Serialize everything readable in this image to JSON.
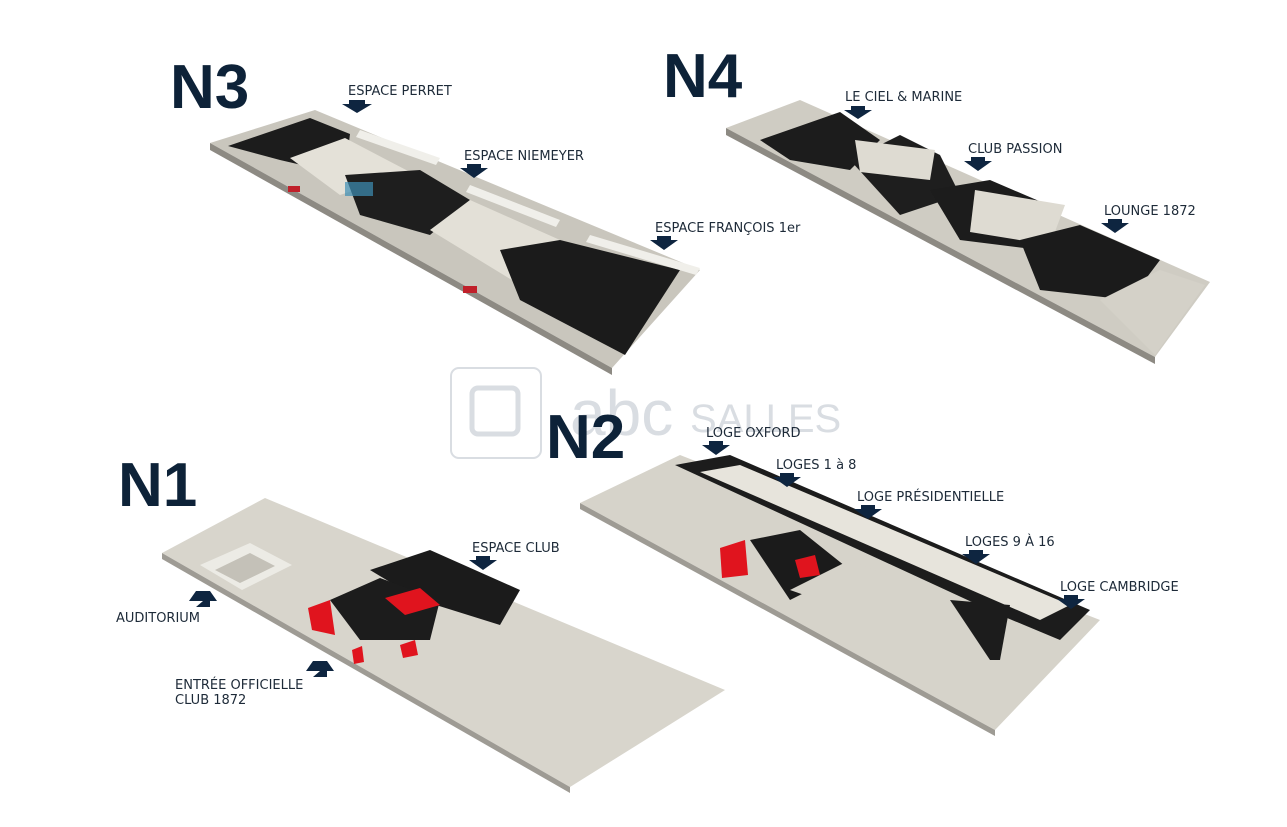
{
  "levels": {
    "n3": "N3",
    "n4": "N4",
    "n2": "N2",
    "n1": "N1"
  },
  "labels": {
    "espace_perret": "ESPACE PERRET",
    "espace_niemeyer": "ESPACE NIEMEYER",
    "espace_francois": "ESPACE FRANÇOIS 1er",
    "le_ciel_marine": "LE CIEL & MARINE",
    "club_passion": "CLUB PASSION",
    "lounge_1872": "LOUNGE 1872",
    "loge_oxford": "LOGE OXFORD",
    "loges_1_8": "LOGES 1 à 8",
    "loge_presidentielle": "LOGE PRÉSIDENTIELLE",
    "loges_9_16": "LOGES 9 À 16",
    "loge_cambridge": "LOGE CAMBRIDGE",
    "espace_club": "ESPACE CLUB",
    "auditorium": "AUDITORIUM",
    "entree_line1": "ENTRÉE OFFICIELLE",
    "entree_line2": "CLUB 1872"
  },
  "watermark": {
    "brand": "abc",
    "suffix": "SALLES"
  },
  "colors": {
    "level_text": "#0d2238",
    "arrow": "#0e2540",
    "floor_light": "#dddad2",
    "floor_dark": "#1b1b1b",
    "accent_red": "#e0141e"
  }
}
